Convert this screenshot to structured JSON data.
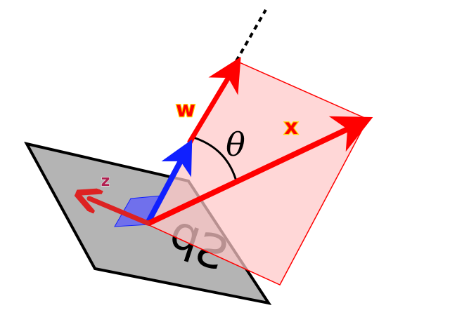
{
  "labels": {
    "w": "w",
    "x": "x",
    "z": "z",
    "theta": "θ",
    "ds": "dS"
  },
  "colors": {
    "surface_fill": "#b4b4b4",
    "surface_edge": "#000000",
    "projection_plane_fill": "#ffc8c8",
    "projection_plane_edge": "#ff0000",
    "vector_x": "#ff0000",
    "vector_w": "#ff0000",
    "vector_z": "#dd2222",
    "normal_vector": "#1020ff",
    "normal_patch": "#5a5aff",
    "label_highlight": "#ffd700"
  }
}
